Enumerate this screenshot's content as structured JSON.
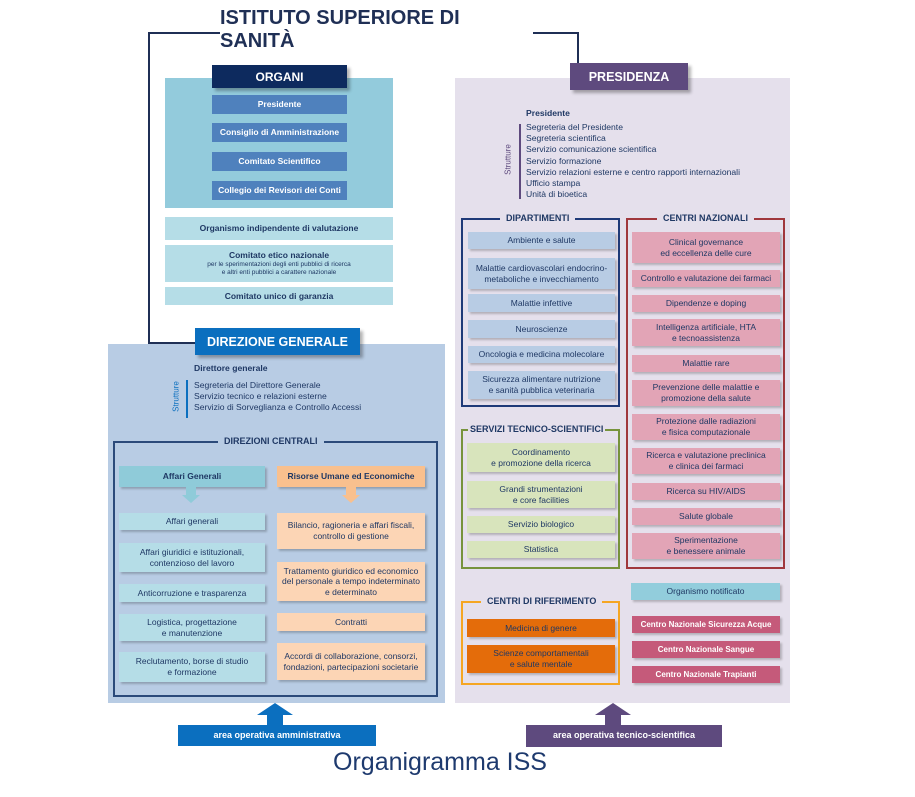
{
  "title": "ISTITUTO SUPERIORE DI SANITÀ",
  "footer": "Organigramma ISS",
  "colors": {
    "navy": "#0d2a5e",
    "blue": "#0b6fbf",
    "purple": "#5e4a7e",
    "red": "#a0373c",
    "green": "#77933c",
    "orange": "#f5a623"
  },
  "organi": {
    "label": "ORGANI",
    "items": [
      "Presidente",
      "Consiglio di Amministrazione",
      "Comitato Scientifico",
      "Collegio dei Revisori dei Conti"
    ],
    "oiv": "Organismo indipendente di valutazione",
    "comitato_etico": "Comitato etico nazionale",
    "comitato_etico_sub": "per le sperimentazioni degli enti pubblici di ricerca\ne altri enti pubblici a carattere nazionale",
    "cug": "Comitato unico di garanzia"
  },
  "direzione": {
    "label": "DIREZIONE GENERALE",
    "head": "Direttore generale",
    "strutture_label": "Strutture",
    "strutture": [
      "Segreteria del Direttore Generale",
      "Servizio tecnico e relazioni esterne",
      "Servizio di Sorveglianza e Controllo Accessi"
    ],
    "centrali_label": "DIREZIONI CENTRALI",
    "affari_label": "Affari Generali",
    "affari": [
      "Affari generali",
      "Affari giuridici e istituzionali,\ncontenzioso del lavoro",
      "Anticorruzione e trasparenza",
      "Logistica, progettazione\ne manutenzione",
      "Reclutamento, borse di studio\ne formazione"
    ],
    "risorse_label": "Risorse Umane ed Economiche",
    "risorse": [
      "Bilancio, ragioneria e affari fiscali,\ncontrollo di gestione",
      "Trattamento giuridico ed economico\ndel personale a tempo indeterminato\ne determinato",
      "Contratti",
      "Accordi di collaborazione, consorzi,\nfondazioni, partecipazioni societarie"
    ],
    "area": "area operativa amministrativa"
  },
  "presidenza": {
    "label": "PRESIDENZA",
    "head": "Presidente",
    "strutture_label": "Strutture",
    "strutture": [
      "Segreteria del Presidente",
      "Segreteria scientifica",
      "Servizio comunicazione scientifica",
      "Servizio formazione",
      "Servizio relazioni esterne e centro rapporti internazionali",
      "Ufficio stampa",
      "Unità di bioetica"
    ],
    "dipartimenti_label": "DIPARTIMENTI",
    "dipartimenti": [
      "Ambiente e salute",
      "Malattie cardiovascolari endocrino-\nmetaboliche e invecchiamento",
      "Malattie infettive",
      "Neuroscienze",
      "Oncologia e medicina molecolare",
      "Sicurezza alimentare nutrizione\ne sanità pubblica veterinaria"
    ],
    "centri_label": "CENTRI NAZIONALI",
    "centri": [
      "Clinical governance\ned eccellenza delle cure",
      "Controllo e valutazione dei farmaci",
      "Dipendenze e doping",
      "Intelligenza artificiale, HTA\ne tecnoassistenza",
      "Malattie rare",
      "Prevenzione delle malattie e\npromozione della salute",
      "Protezione dalle radiazioni\ne fisica computazionale",
      "Ricerca e valutazione preclinica\ne clinica dei farmaci",
      "Ricerca su HIV/AIDS",
      "Salute globale",
      "Sperimentazione\ne benessere animale"
    ],
    "servizi_label": "SERVIZI TECNICO-SCIENTIFICI",
    "servizi": [
      "Coordinamento\ne promozione della ricerca",
      "Grandi strumentazioni\ne core facilities",
      "Servizio biologico",
      "Statistica"
    ],
    "riferimento_label": "CENTRI DI RIFERIMENTO",
    "riferimento": [
      "Medicina di genere",
      "Scienze comportamentali\ne salute mentale"
    ],
    "organismo": "Organismo notificato",
    "cn_speciali": [
      "Centro Nazionale Sicurezza Acque",
      "Centro Nazionale Sangue",
      "Centro Nazionale Trapianti"
    ],
    "area": "area operativa tecnico-scientifica"
  }
}
